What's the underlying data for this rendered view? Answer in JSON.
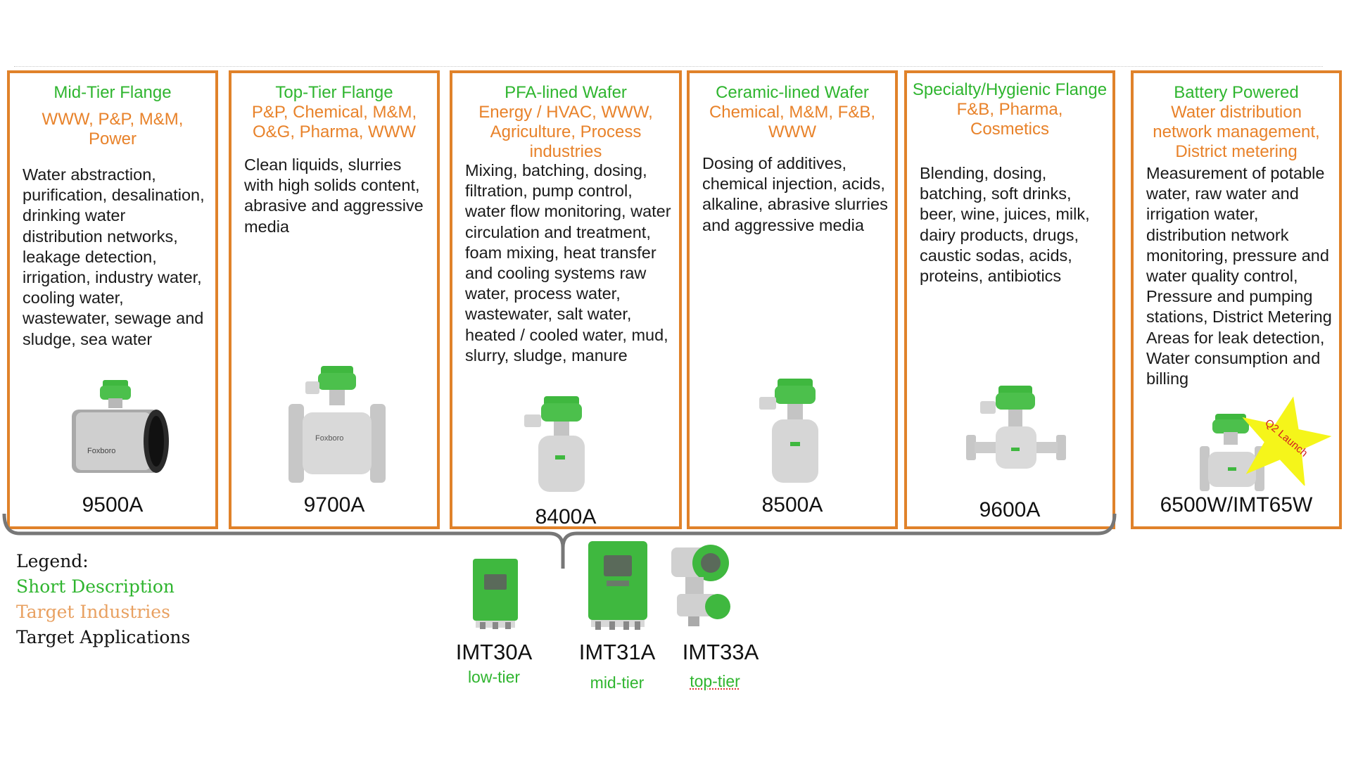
{
  "cards": [
    {
      "title": "Mid-Tier Flange",
      "industries": "WWW, P&P, M&M, Power",
      "applications": "Water abstraction, purification, desalination, drinking water distribution networks, leakage detection, irrigation, industry water, cooling water, wastewater, sewage and sludge, sea water",
      "model": "9500A"
    },
    {
      "title": "Top-Tier Flange",
      "industries": "P&P, Chemical, M&M, O&G, Pharma, WWW",
      "applications": "Clean liquids, slurries with high solids content, abrasive and aggressive media",
      "model": "9700A"
    },
    {
      "title": "PFA-lined Wafer",
      "industries": "Energy / HVAC, WWW, Agriculture, Process industries",
      "applications": "Mixing, batching, dosing, filtration, pump control, water flow monitoring, water circulation and treatment, foam mixing, heat transfer and cooling systems raw water, process water, wastewater, salt water, heated / cooled water, mud, slurry, sludge, manure",
      "model": "8400A"
    },
    {
      "title": "Ceramic-lined Wafer",
      "industries": "Chemical, M&M, F&B, WWW",
      "applications": "Dosing of additives, chemical injection, acids, alkaline, abrasive slurries and aggressive media",
      "model": "8500A"
    },
    {
      "title": "Specialty/Hygienic Flange",
      "industries": "F&B, Pharma, Cosmetics",
      "applications": "Blending, dosing, batching, soft drinks, beer, wine, juices, milk, dairy products, drugs, caustic sodas, acids, proteins, antibiotics",
      "model": "9600A"
    },
    {
      "title": "Battery Powered",
      "industries": "Water distribution network management, District metering",
      "applications": "Measurement of potable water, raw water and irrigation water, distribution network monitoring, pressure and water quality control, Pressure and pumping stations, District Metering Areas for leak detection, Water consumption and billing",
      "model": "6500W/IMT65W"
    }
  ],
  "launch_badge": "Q2 Launch",
  "transmitters": [
    {
      "model": "IMT30A",
      "tier": "low-tier"
    },
    {
      "model": "IMT31A",
      "tier": "mid-tier"
    },
    {
      "model": "IMT33A",
      "tier": "top-tier"
    }
  ],
  "legend": {
    "title": "Legend:",
    "short_description": "Short Description",
    "target_industries": "Target Industries",
    "target_applications": "Target Applications"
  },
  "colors": {
    "border": "#e0822a",
    "short_description": "#2fb52f",
    "target_industries": "#e8822a",
    "badge": "#f5f51a",
    "badge_text": "#d22020"
  },
  "brand": "Foxboro"
}
